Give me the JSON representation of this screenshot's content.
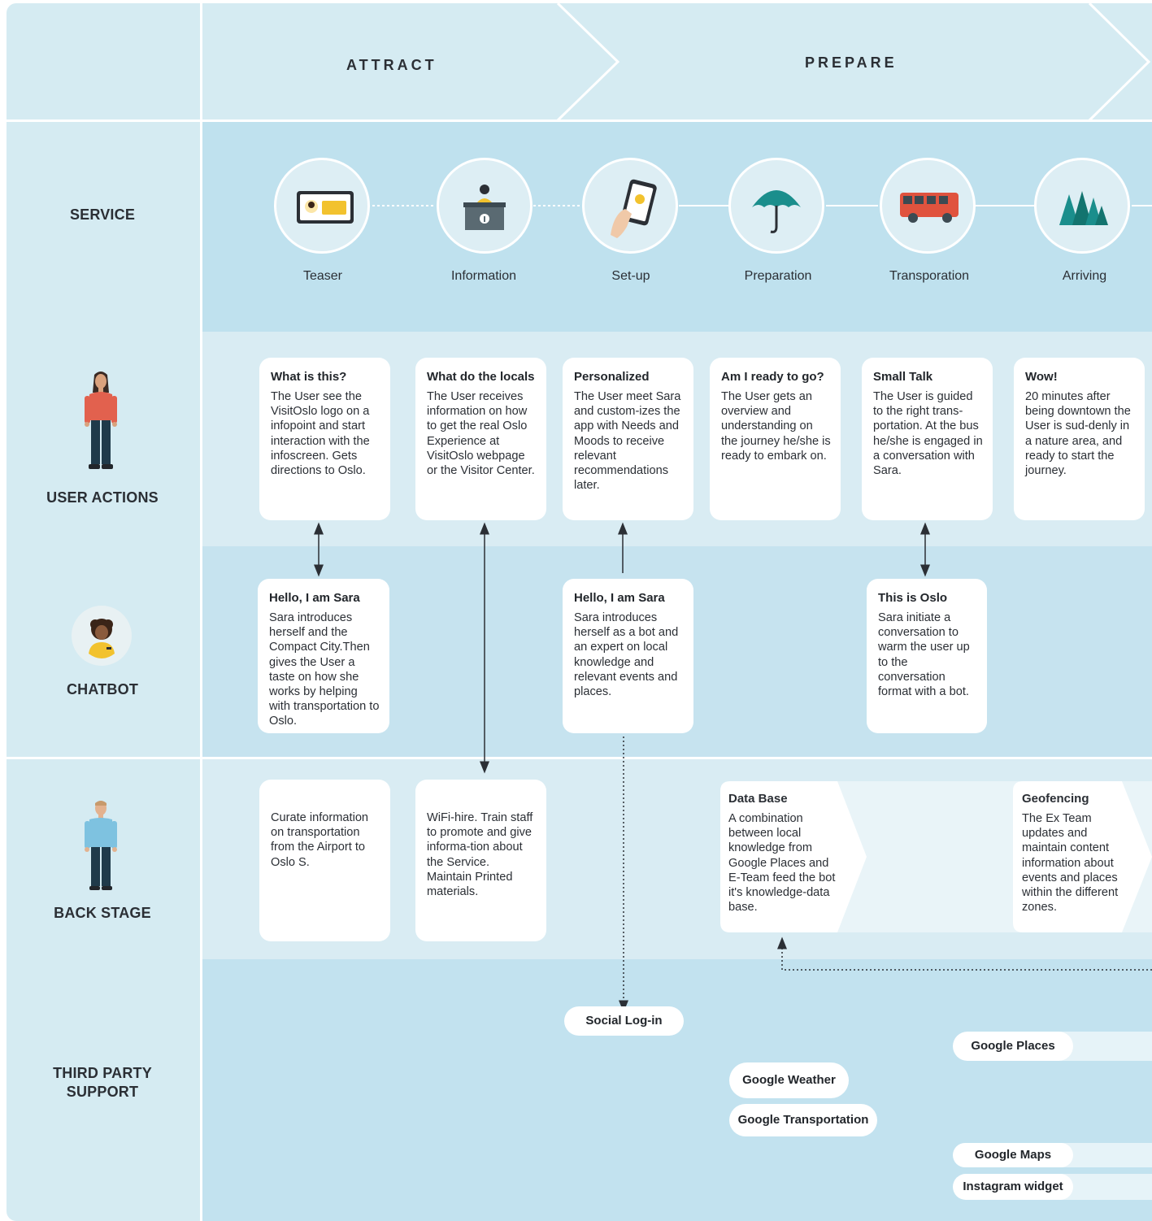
{
  "colors": {
    "header_bg": "#d5ebf2",
    "service_bg": "#bfe1ee",
    "user_band_bg": "#d9ecf3",
    "chatbot_band_bg": "#c6e3ef",
    "backstage_band_bg": "#d9ecf3",
    "third_party_bg": "#c2e2ef",
    "divider": "#ffffff",
    "teal_icon": "#1a8e8c",
    "bus_red": "#e0533e",
    "yellow": "#f2c22e"
  },
  "phases": {
    "attract": "ATTRACT",
    "prepare": "PREPARE"
  },
  "rows": {
    "service": "SERVICE",
    "user_actions": "USER ACTIONS",
    "chatbot": "CHATBOT",
    "back_stage": "BACK STAGE",
    "third_party_line1": "THIRD PARTY",
    "third_party_line2": "SUPPORT"
  },
  "services": [
    {
      "label": "Teaser",
      "icon": "screen-icon"
    },
    {
      "label": "Information",
      "icon": "info-desk-icon"
    },
    {
      "label": "Set-up",
      "icon": "phone-hand-icon"
    },
    {
      "label": "Preparation",
      "icon": "umbrella-icon"
    },
    {
      "label": "Transporation",
      "icon": "bus-icon"
    },
    {
      "label": "Arriving",
      "icon": "trees-icon"
    }
  ],
  "user_actions": [
    {
      "title": "What is this?",
      "body": "The User see the VisitOslo logo on a infopoint and start interaction with the infoscreen. Gets directions to Oslo."
    },
    {
      "title": "What do the locals",
      "body": "The User receives information on how to get the real Oslo Experience at VisitOslo webpage or the Visitor Center."
    },
    {
      "title": "Personalized",
      "body": "The User meet Sara and custom-izes the app with Needs and Moods to receive relevant recommendations later."
    },
    {
      "title": "Am I ready to go?",
      "body": "The User gets an overview and understanding on the journey he/she is ready to embark on."
    },
    {
      "title": "Small Talk",
      "body": "The User is guided to the right trans-portation. At the bus he/she is engaged in a conversation with Sara."
    },
    {
      "title": "Wow!",
      "body": "20 minutes after being downtown the User is sud-denly in a nature area, and ready to start the journey."
    }
  ],
  "chatbot": [
    {
      "title": "Hello, I am Sara",
      "body": "Sara introduces herself and the Compact City.Then gives the User a taste on how she works by helping with transportation to Oslo."
    },
    {
      "title": "Hello, I am Sara",
      "body": "Sara introduces herself as a bot and an expert on local knowledge and relevant events and places."
    },
    {
      "title": "This is Oslo",
      "body": "Sara initiate a conversation to warm the user up to the conversation format with a bot."
    }
  ],
  "back_stage": [
    {
      "title": "",
      "body": "Curate information on transportation from the Airport to Oslo S."
    },
    {
      "title": "",
      "body": "WiFi-hire. Train staff to promote and give informa-tion about the Service. Maintain Printed materials."
    },
    {
      "title": "Data Base",
      "body": "A combination between local knowledge from Google Places and E-Team feed the bot it's knowledge-data base."
    },
    {
      "title": "Geofencing",
      "body": "The Ex Team updates and maintain content information about events and places within the different zones."
    }
  ],
  "third_party": {
    "social_login": "Social Log-in",
    "google_places": "Google Places",
    "google_weather": "Google Weather",
    "google_transportation": "Google Transportation",
    "google_maps": "Google Maps",
    "instagram_widget": "Instagram widget"
  }
}
